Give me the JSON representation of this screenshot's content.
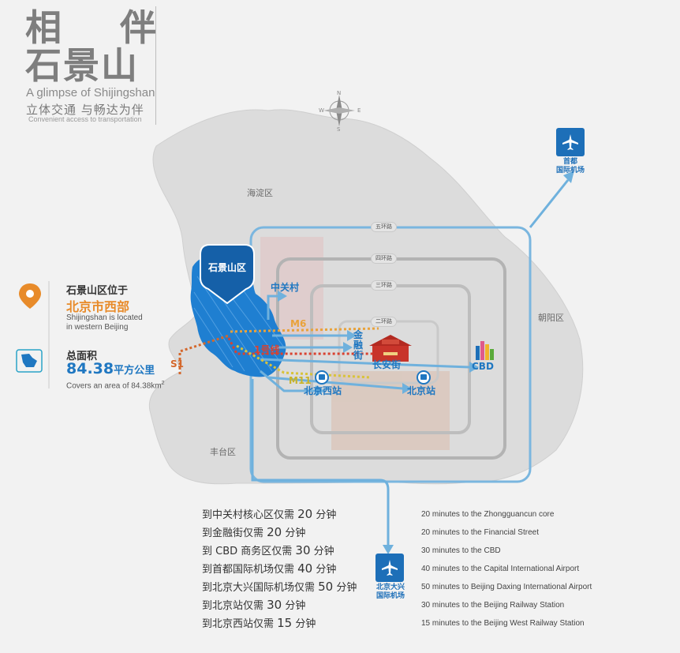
{
  "title": {
    "line1": "相 伴",
    "line2": "石景山",
    "english": "A glimpse of Shijingshan",
    "subtitle": "立体交通 与畅达为伴",
    "subtitle_en": "Convenient access to transportation"
  },
  "compass": {
    "n": "N",
    "s": "S",
    "e": "E",
    "w": "W"
  },
  "districts": {
    "haidian": "海淀区",
    "chaoyang": "朝阳区",
    "fengtai": "丰台区"
  },
  "ring_roads": {
    "fifth": "五环路",
    "fourth": "四环路",
    "third": "三环路",
    "second": "二环路"
  },
  "pin": {
    "label": "石景山区"
  },
  "places": {
    "zhongguancun": "中关村",
    "jinrongjie": "金\n融\n街",
    "changanjie": "长安街",
    "cbd": "CBD",
    "beijing_west": "北京西站",
    "beijing_station": "北京站"
  },
  "lines": {
    "m6": "M6",
    "line1": "1号线",
    "s1": "S1",
    "m11": "M11"
  },
  "airports": {
    "capital": "首都\n国际机场",
    "daxing": "北京大兴\n国际机场"
  },
  "location_info": {
    "title": "石景山区位于",
    "main": "北京市西部",
    "english": "Shijingshan is located\nin western Beijing"
  },
  "area_info": {
    "title": "总面积",
    "value": "84.38",
    "unit": "平方公里",
    "english_prefix": "Covers an area of 84.38km",
    "english_sup": "2"
  },
  "travel_times": [
    {
      "prefix": "到中关村核心区仅需 ",
      "num": "20",
      "suffix": " 分钟",
      "en": "20 minutes to the Zhongguancun core"
    },
    {
      "prefix": "到金融街仅需 ",
      "num": "20",
      "suffix": " 分钟",
      "en": "20 minutes to the Financial Street"
    },
    {
      "prefix": "到 CBD 商务区仅需 ",
      "num": "30",
      "suffix": " 分钟",
      "en": "30 minutes to the CBD"
    },
    {
      "prefix": "到首都国际机场仅需 ",
      "num": "40",
      "suffix": " 分钟",
      "en": "40 minutes to the Capital International Airport"
    },
    {
      "prefix": "到北京大兴国际机场仅需 ",
      "num": "50",
      "suffix": " 分钟",
      "en": "50 minutes to Beijing Daxing International Airport"
    },
    {
      "prefix": "到北京站仅需 ",
      "num": "30",
      "suffix": " 分钟",
      "en": "30 minutes to the Beijing Railway Station"
    },
    {
      "prefix": "到北京西站仅需 ",
      "num": "15",
      "suffix": " 分钟",
      "en": "15 minutes to the Beijing West Railway Station"
    }
  ],
  "colors": {
    "accent_blue": "#1f77c1",
    "ring_blue": "#6fb1dd",
    "ring_gray": "#a8a8a8",
    "orange": "#e8892b",
    "m6_orange": "#e9a23a",
    "m11_yellow": "#d8c33a",
    "line1_red": "#d9412f",
    "s1_orange": "#d4672b"
  }
}
